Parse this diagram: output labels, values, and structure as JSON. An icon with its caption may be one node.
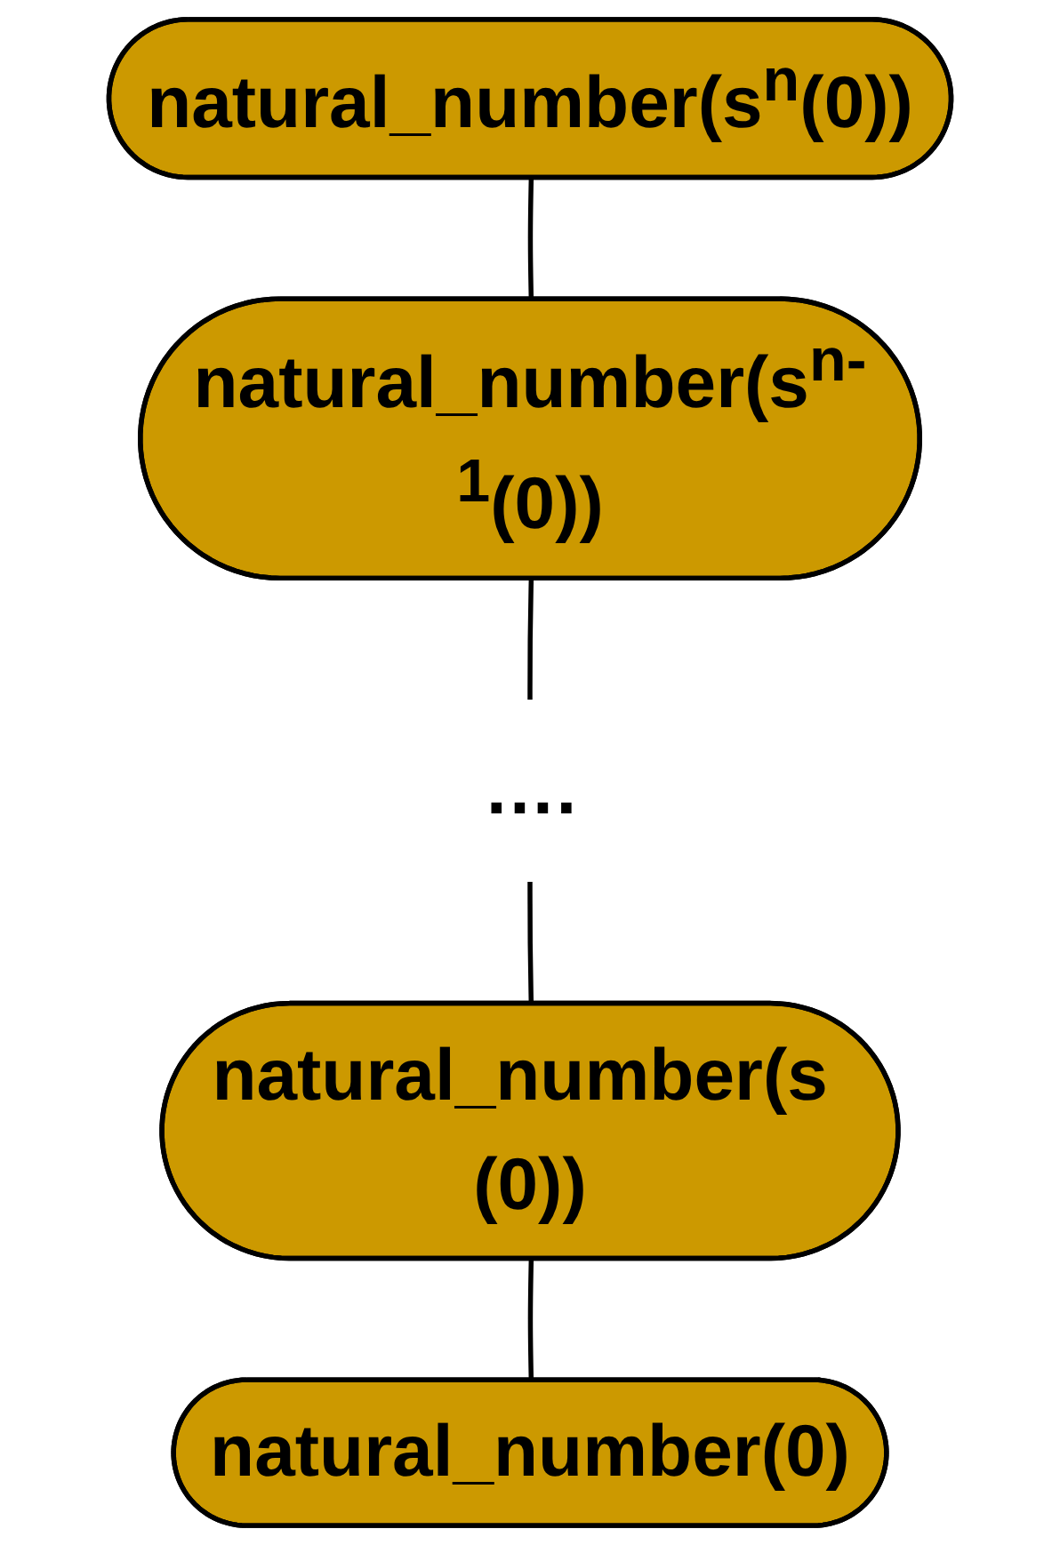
{
  "diagram": {
    "nodes": [
      {
        "text": [
          "natural_number(s$^{n}$(0))"
        ]
      },
      {
        "text": [
          "natural_number(s$^{n-1}$(0))"
        ]
      },
      {
        "text": [
          "natural_number(s (0))"
        ]
      },
      {
        "text": [
          "natural_number(0)"
        ]
      },
      {
        "text": [
          "…."
        ]
      }
    ],
    "edges": [
      {
        "from": 0,
        "to": 1,
        "arrow": "none"
      },
      {
        "from": 1,
        "to": 4,
        "arrow": "none"
      },
      {
        "from": 4,
        "to": 2,
        "arrow": "none"
      },
      {
        "from": 2,
        "to": 3,
        "arrow": "none"
      }
    ]
  }
}
